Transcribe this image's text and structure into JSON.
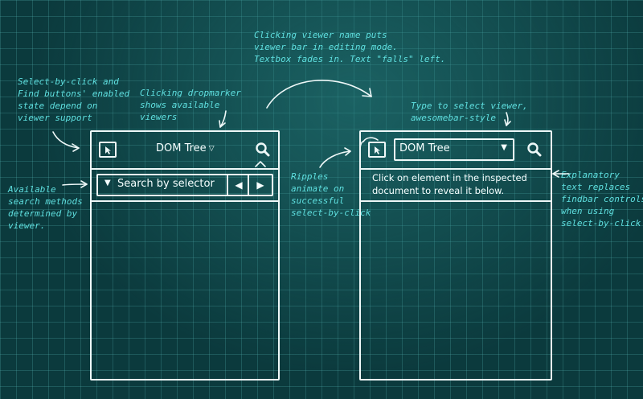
{
  "annotations": {
    "select_by_click": "Select-by-click and\nFind buttons' enabled\nstate depend on\nviewer support",
    "search_methods": "Available\nsearch methods\ndetermined by\nviewer.",
    "dropmarker": "Clicking dropmarker\nshows available\nviewers",
    "viewer_name": "Clicking viewer name puts\nviewer bar in editing mode.\nTextbox fades in. Text \"falls\" left.",
    "type_to_select": "Type to select viewer,\nawesomebar-style",
    "ripples": "Ripples\nanimate on\nsuccessful\nselect-by-click",
    "explanatory": "Explanatory\ntext replaces\nfindbar controls\nwhen using\nselect-by-click"
  },
  "left_panel": {
    "viewer_name": "DOM Tree",
    "dropmarker_glyph": "▽",
    "search_method_arrow": "▼",
    "search_method_label": "Search by selector",
    "prev_glyph": "◀",
    "next_glyph": "▶"
  },
  "right_panel": {
    "viewer_input_value": "DOM Tree",
    "dropdown_glyph": "▼",
    "explanatory_text": "Click on element in the inspected\ndocument to reveal it below."
  },
  "icons": [
    "select-by-click-icon",
    "search-icon",
    "chevron-down-icon",
    "previous-icon",
    "next-icon",
    "dropdown-arrow-icon"
  ],
  "colors": {
    "background": "#0b3a3d",
    "annotation": "#5fe0e0",
    "sketch": "#eef8f8"
  }
}
